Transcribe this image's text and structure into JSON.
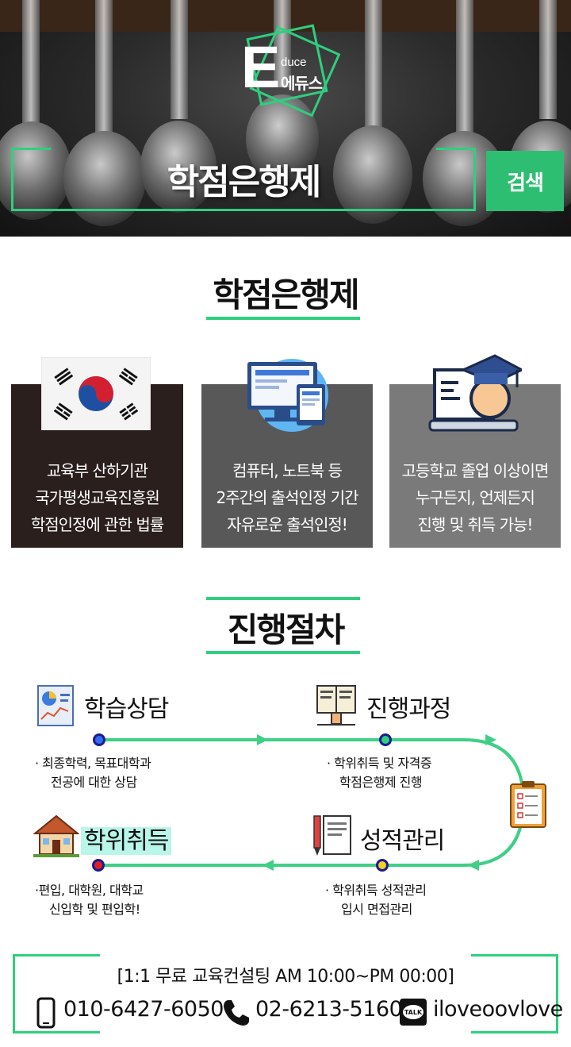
{
  "hero": {
    "logo_letter": "E",
    "logo_sub": "duce",
    "logo_kr": "에듀스",
    "search_text": "학점은행제",
    "search_button": "검색"
  },
  "intro": {
    "title": "학점은행제",
    "cards": [
      {
        "icon": "korean-flag-icon",
        "lines": [
          "교육부 산하기관",
          "국가평생교육진흥원",
          "학점인정에 관한 법률"
        ]
      },
      {
        "icon": "computer-tablet-icon",
        "lines": [
          "컴퓨터, 노트북 등",
          "2주간의 출석인정 기간",
          "자유로운 출석인정!"
        ]
      },
      {
        "icon": "graduate-laptop-icon",
        "lines": [
          "고등학교 졸업 이상이면",
          "누구든지, 언제든지",
          "진행 및 취득 가능!"
        ]
      }
    ]
  },
  "process": {
    "title": "진행절차",
    "steps": [
      {
        "icon": "chart-document-icon",
        "title": "학습상담",
        "desc": [
          "· 최종학력, 목표대학과",
          "전공에 대한 상담"
        ]
      },
      {
        "icon": "book-reading-icon",
        "title": "진행과정",
        "desc": [
          "· 학위취득 및 자격증",
          "학점은행제 진행"
        ]
      },
      {
        "icon": "pen-report-icon",
        "title": "성적관리",
        "desc": [
          "· 학위취득 성적관리",
          "입시 면접관리"
        ]
      },
      {
        "icon": "house-icon",
        "title": "학위취득",
        "desc": [
          "·편입, 대학원, 대학교",
          "신입학 및 편입학!"
        ]
      }
    ],
    "colors": {
      "line": "#3fcf86",
      "dot_border": "#1b1b8f",
      "dot_blue": "#2f6df0",
      "dot_green": "#2fcf7f",
      "dot_yellow": "#f5d020",
      "dot_red": "#e02020"
    }
  },
  "contact": {
    "header": "[1:1 무료 교육컨설팅 AM 10:00~PM 00:00]",
    "mobile": "010-6427-6050",
    "phone": "02-6213-5160",
    "kakao_badge": "TALK",
    "kakao_id": "iloveoovlove"
  },
  "colors": {
    "accent": "#2fcf7f",
    "button": "#2dbe72"
  }
}
